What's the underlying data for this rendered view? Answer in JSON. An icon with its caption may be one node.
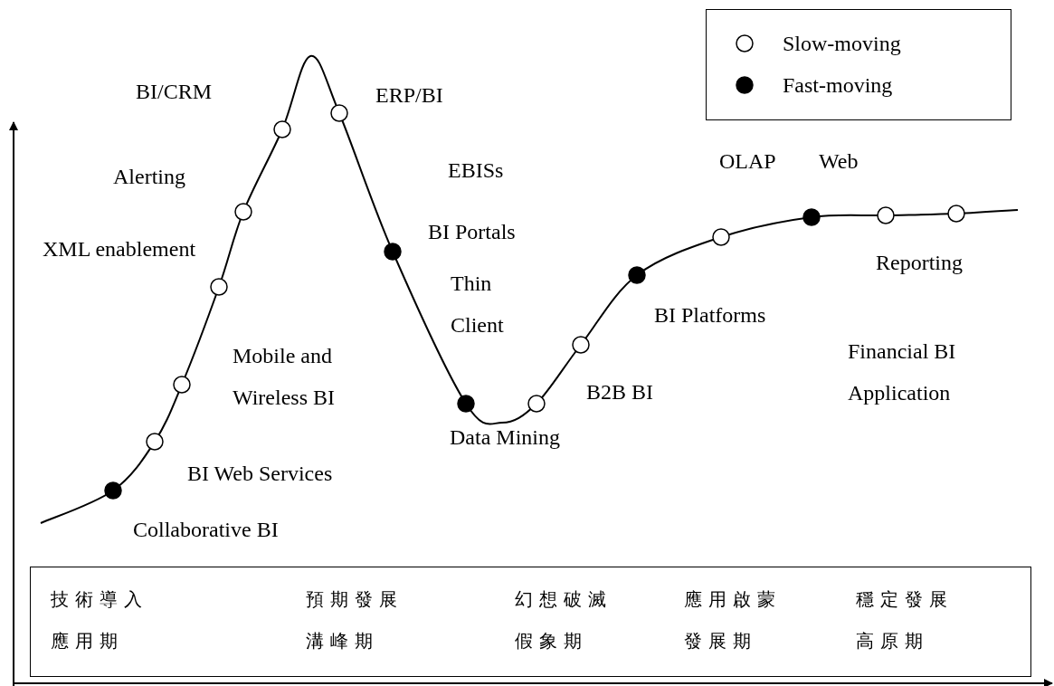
{
  "diagram": {
    "nodes": [
      {
        "text": [
          "技術導入應用期",
          "預期發展溝峰期",
          "幻想破滅假象期",
          "應用啟蒙發展期",
          "穩定發展高原期"
        ]
      }
    ],
    "labels": [
      "BI/CRM",
      "ERP/BI",
      "Alerting",
      "EBISs",
      "OLAP",
      "Web",
      "BI Portals",
      "XML enablement",
      "Reporting",
      "Thin Client",
      "BI Platforms",
      "Mobile and Wireless BI",
      "Financial BI Application",
      "B2B BI",
      "Data Mining",
      "BI Web Services",
      "Collaborative BI"
    ],
    "legend": [
      {
        "text": "Slow-moving"
      },
      {
        "text": "Fast-moving"
      }
    ]
  }
}
